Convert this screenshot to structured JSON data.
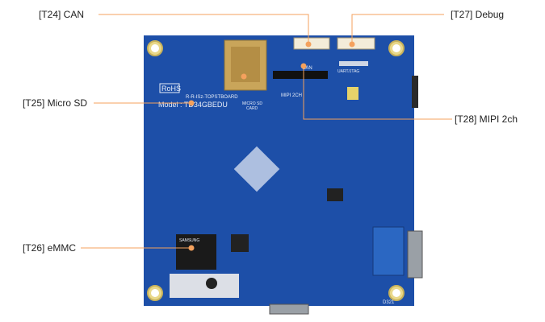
{
  "callouts": {
    "can": "[T24] CAN",
    "debug": "[T27] Debug",
    "micro_sd": "[T25] Micro SD",
    "mipi": "[T28] MIPI 2ch",
    "emmc": "[T26] eMMC"
  },
  "board": {
    "rohs": "RoHS",
    "board_id": "R-R-ISz-TOPSTBOARD",
    "model": "Model : TD34GBEDU",
    "micro_sd_silk": "MICRO SD",
    "card_silk": "CARD",
    "can_silk": "CAN",
    "uart_silk": "UART/JTAG",
    "mipi_silk": "MIPI 2CH",
    "chip_text": "SAMSUNG",
    "ref": "D321"
  },
  "colors": {
    "pcb": "#1d4fa8",
    "pcb_dark": "#173f8a",
    "callout_line": "#f4a15d",
    "callout_dot": "#f4a15d"
  }
}
